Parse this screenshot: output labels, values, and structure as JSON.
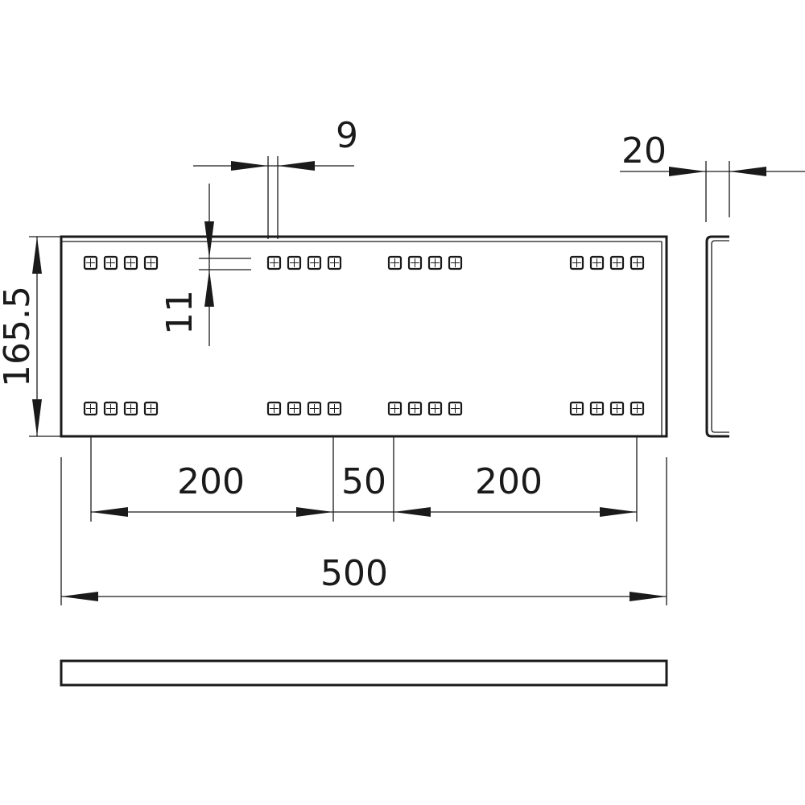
{
  "dimensions": {
    "hole_spacing": "9",
    "flange_thickness": "20",
    "hole_height": "11",
    "height": "165.5",
    "span_left": "200",
    "span_middle": "50",
    "span_right": "200",
    "total_length": "500"
  },
  "hole_groups": {
    "rows": 2,
    "groups_per_row": 4,
    "holes_per_group": 4
  }
}
